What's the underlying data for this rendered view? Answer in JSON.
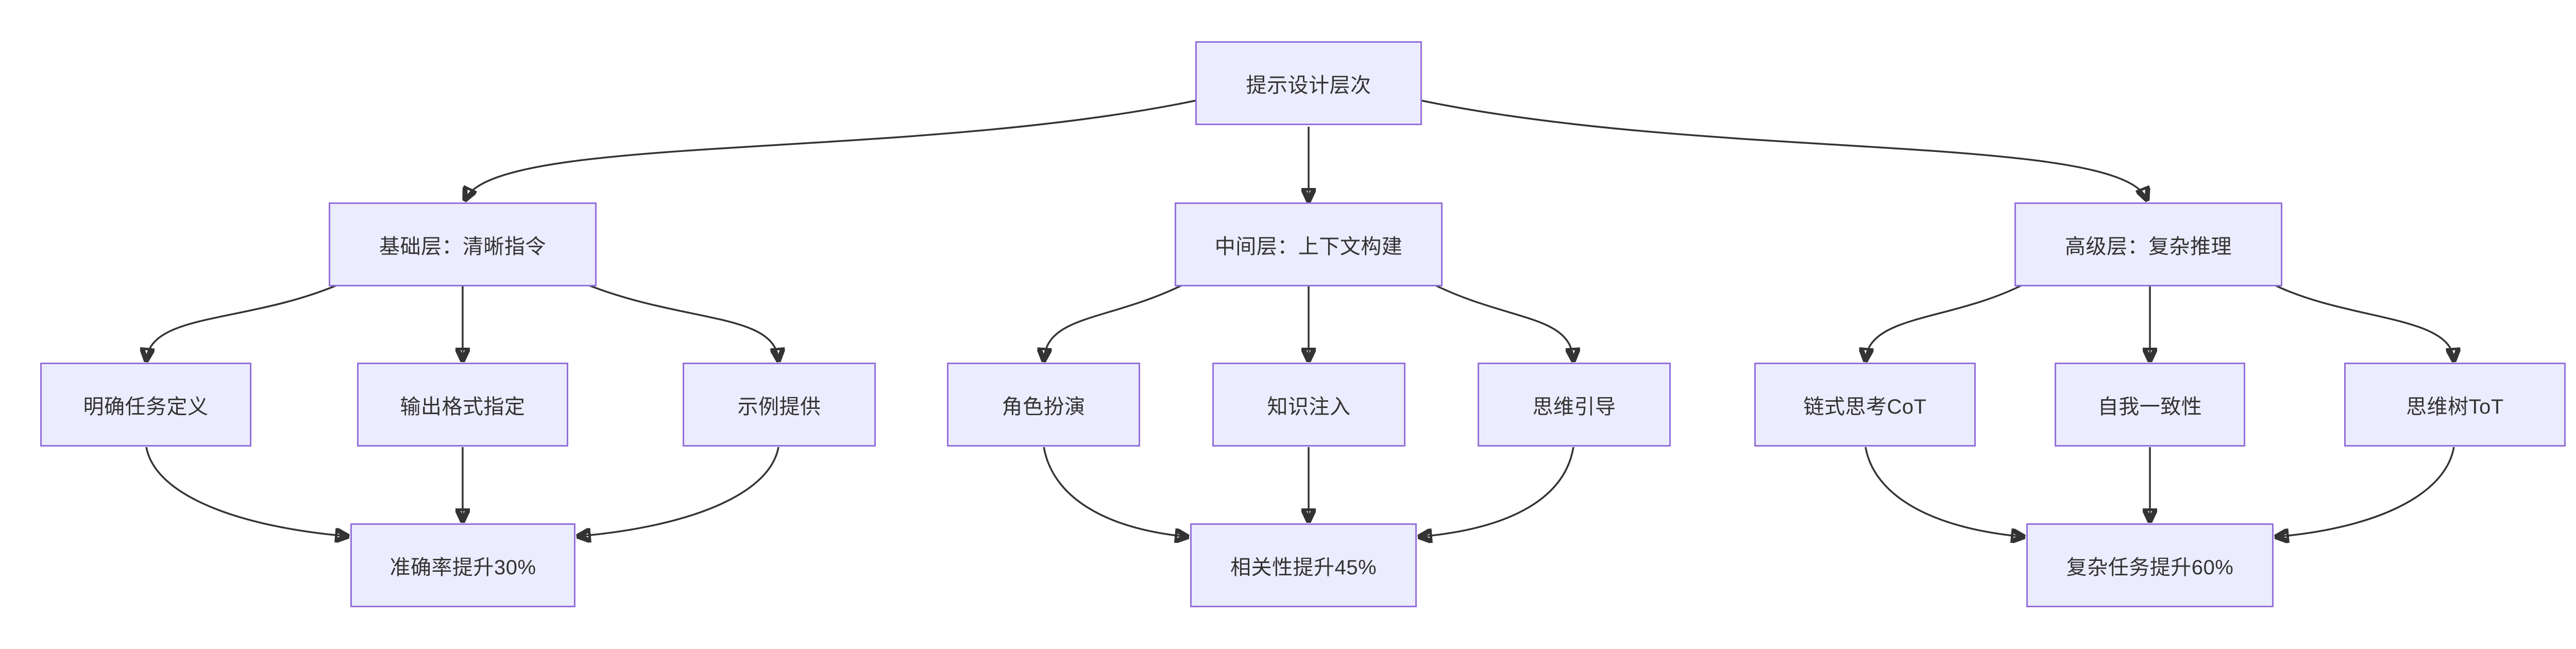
{
  "diagram": {
    "type": "flowchart",
    "direction": "top-down",
    "colors": {
      "node_fill": "#ECECFF",
      "node_border": "#9370DB",
      "edge": "#333333",
      "text": "#333333",
      "background": "#FFFFFF"
    },
    "nodes": {
      "root": {
        "label": "提示设计层次"
      },
      "base_layer": {
        "label": "基础层：清晰指令"
      },
      "middle_layer": {
        "label": "中间层：上下文构建"
      },
      "advanced_layer": {
        "label": "高级层：复杂推理"
      },
      "task_definition": {
        "label": "明确任务定义"
      },
      "output_format": {
        "label": "输出格式指定"
      },
      "example_provision": {
        "label": "示例提供"
      },
      "role_play": {
        "label": "角色扮演"
      },
      "knowledge_injection": {
        "label": "知识注入"
      },
      "thought_guidance": {
        "label": "思维引导"
      },
      "chain_of_thought": {
        "label": "链式思考CoT"
      },
      "self_consistency": {
        "label": "自我一致性"
      },
      "tree_of_thought": {
        "label": "思维树ToT"
      },
      "accuracy_result": {
        "label": "准确率提升30%"
      },
      "relevance_result": {
        "label": "相关性提升45%"
      },
      "complex_task_result": {
        "label": "复杂任务提升60%"
      }
    },
    "edges": [
      {
        "from": "root",
        "to": "base_layer"
      },
      {
        "from": "root",
        "to": "middle_layer"
      },
      {
        "from": "root",
        "to": "advanced_layer"
      },
      {
        "from": "base_layer",
        "to": "task_definition"
      },
      {
        "from": "base_layer",
        "to": "output_format"
      },
      {
        "from": "base_layer",
        "to": "example_provision"
      },
      {
        "from": "middle_layer",
        "to": "role_play"
      },
      {
        "from": "middle_layer",
        "to": "knowledge_injection"
      },
      {
        "from": "middle_layer",
        "to": "thought_guidance"
      },
      {
        "from": "advanced_layer",
        "to": "chain_of_thought"
      },
      {
        "from": "advanced_layer",
        "to": "self_consistency"
      },
      {
        "from": "advanced_layer",
        "to": "tree_of_thought"
      },
      {
        "from": "task_definition",
        "to": "accuracy_result"
      },
      {
        "from": "output_format",
        "to": "accuracy_result"
      },
      {
        "from": "example_provision",
        "to": "accuracy_result"
      },
      {
        "from": "role_play",
        "to": "relevance_result"
      },
      {
        "from": "knowledge_injection",
        "to": "relevance_result"
      },
      {
        "from": "thought_guidance",
        "to": "relevance_result"
      },
      {
        "from": "chain_of_thought",
        "to": "complex_task_result"
      },
      {
        "from": "self_consistency",
        "to": "complex_task_result"
      },
      {
        "from": "tree_of_thought",
        "to": "complex_task_result"
      }
    ]
  }
}
